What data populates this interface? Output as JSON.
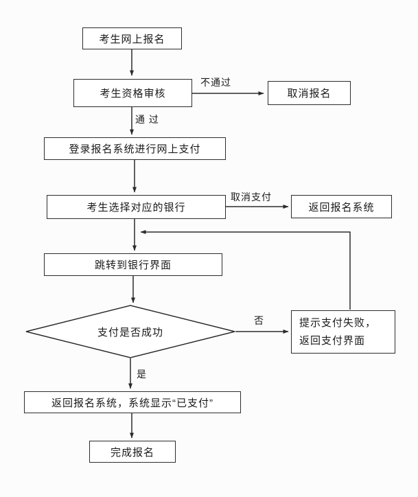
{
  "flowchart": {
    "nodes": {
      "register": "考生网上报名",
      "review": "考生资格审核",
      "cancel": "取消报名",
      "login": "登录报名系统进行网上支付",
      "bank_select": "考生选择对应的银行",
      "return_system": "返回报名系统",
      "bank_page": "跳转到银行界面",
      "decision": "支付是否成功",
      "fail_line1": "提示支付失败，",
      "fail_line2": "返回支付界面",
      "paid": "返回报名系统，系统显示“已支付”",
      "done": "完成报名"
    },
    "edge_labels": {
      "not_pass": "不通过",
      "pass": "通 过",
      "cancel_pay": "取消支付",
      "no": "否",
      "yes": "是"
    },
    "colors": {
      "line": "#2b2b2b",
      "box_fill": "#ffffff",
      "background": "#fcfcfc"
    }
  }
}
